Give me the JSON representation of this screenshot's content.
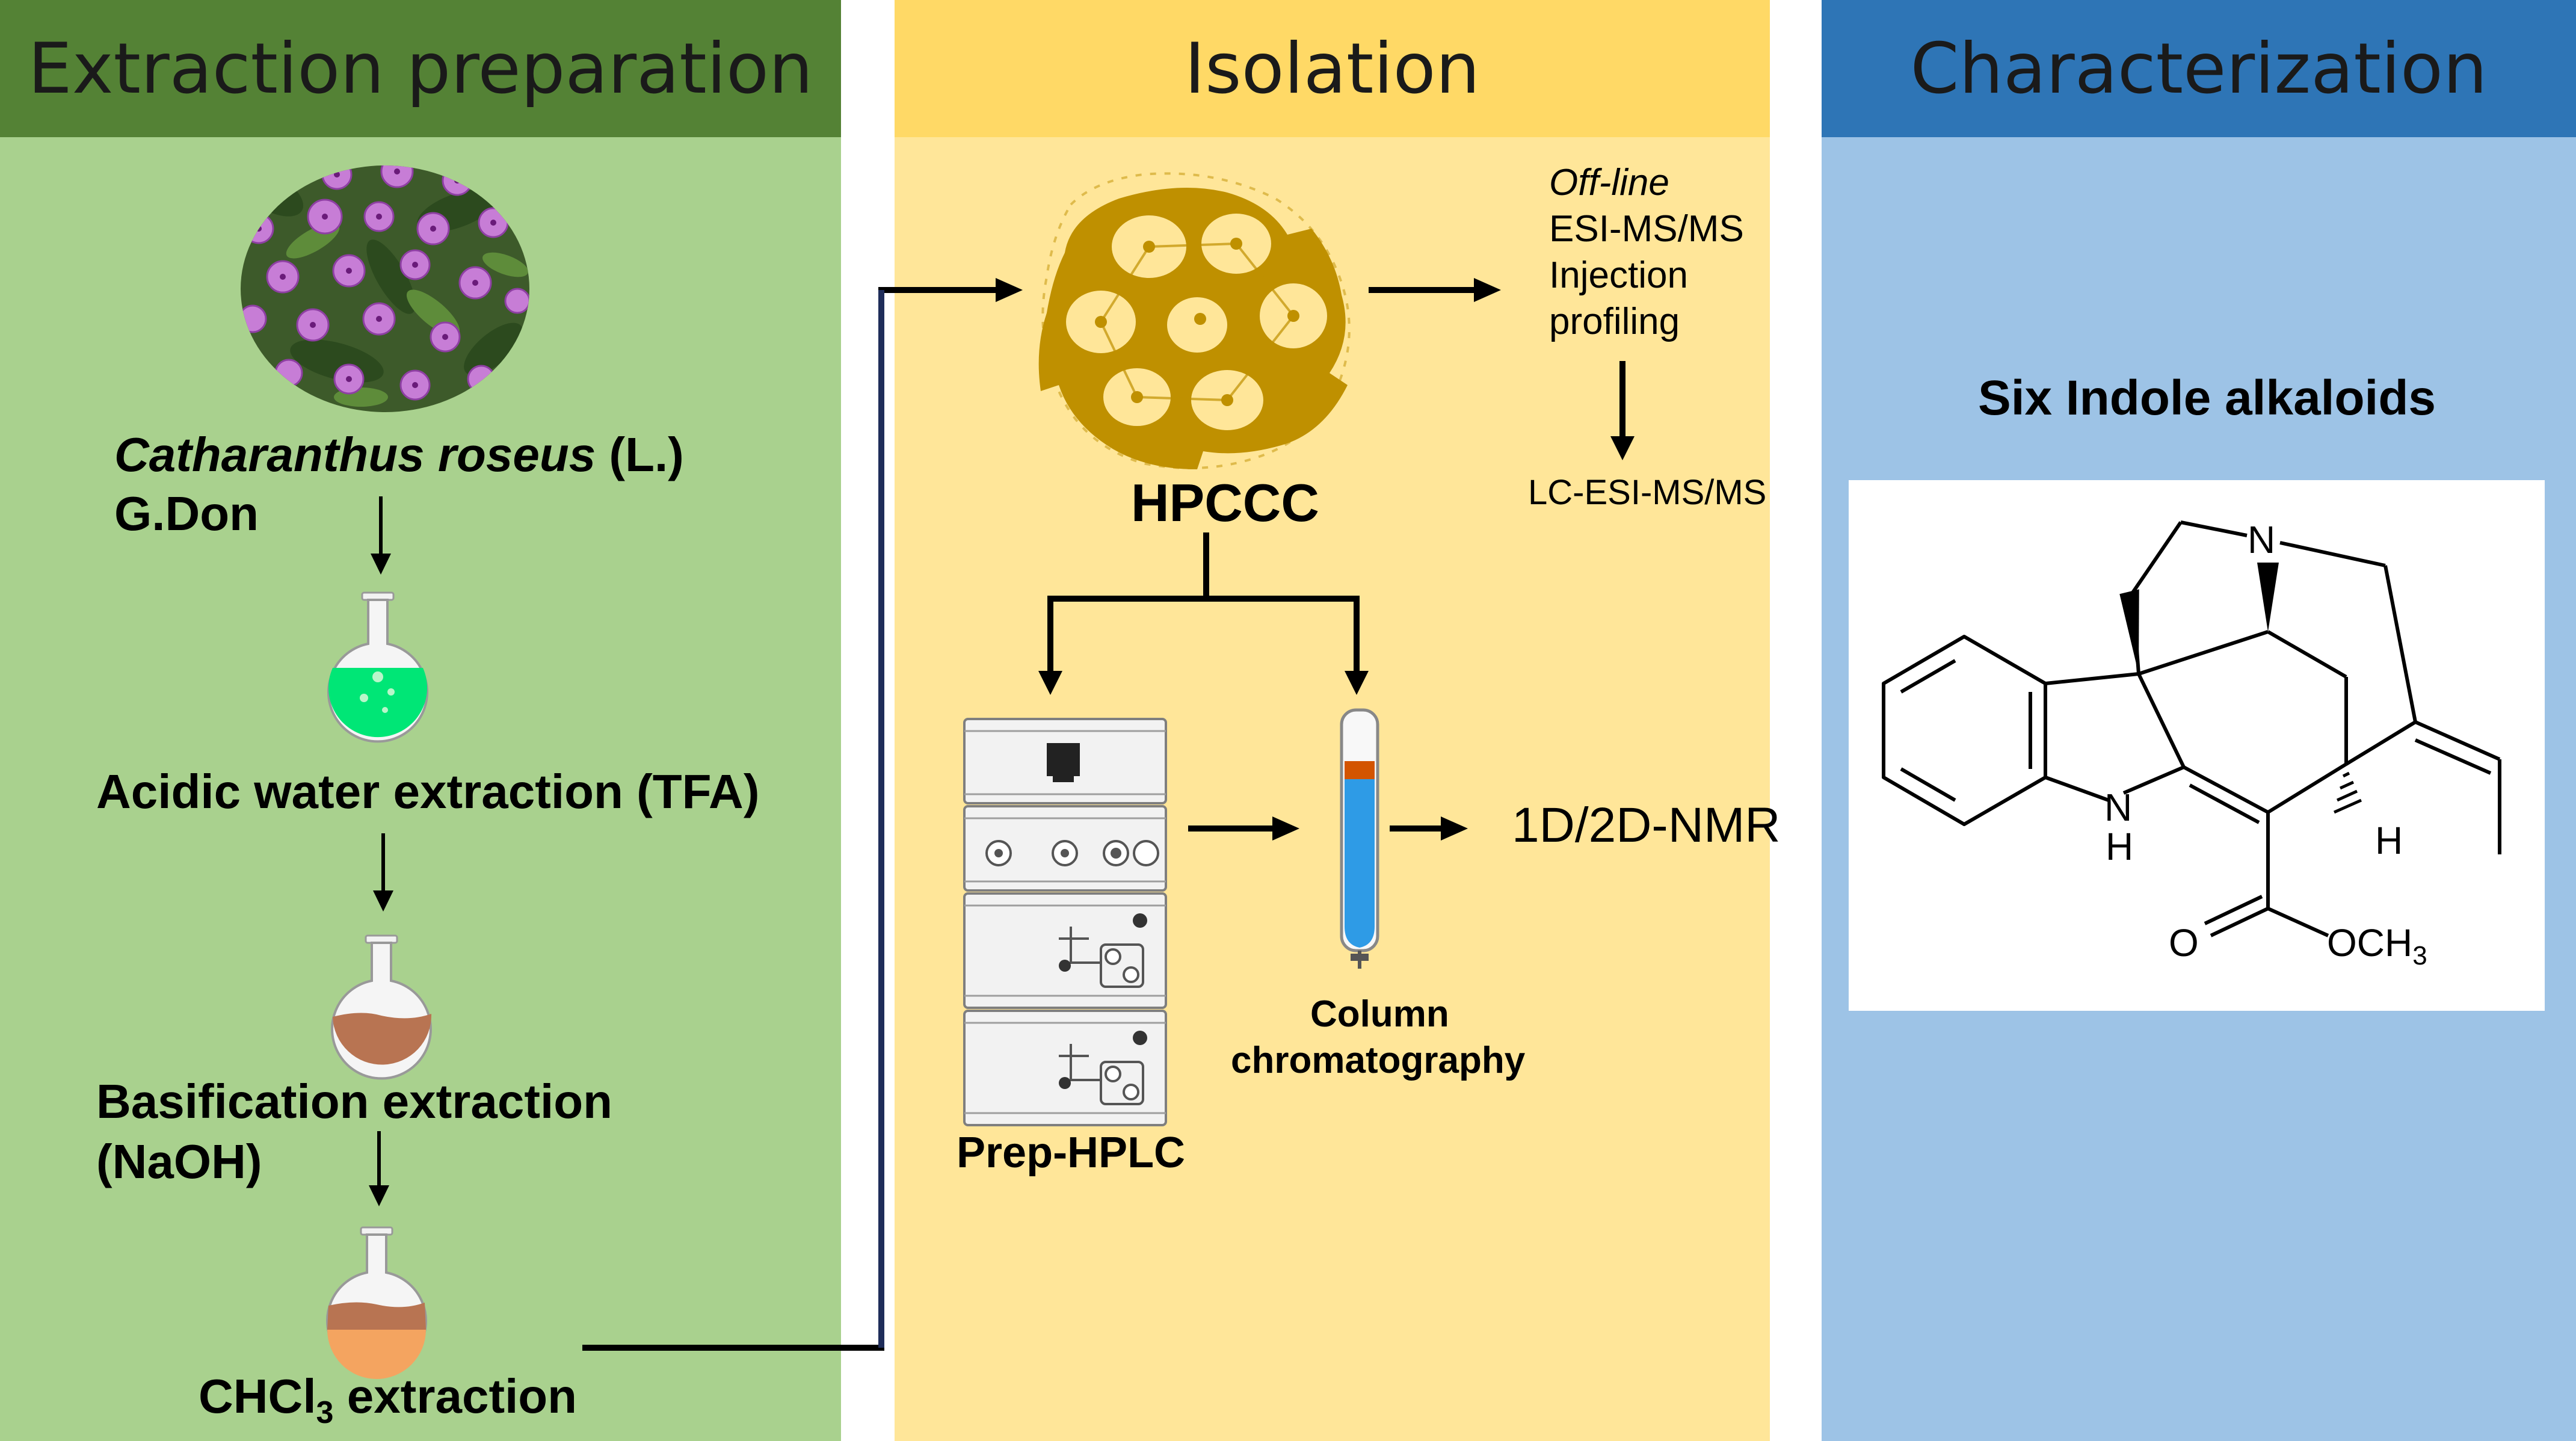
{
  "colors": {
    "extraction_header": "#548235",
    "extraction_body": "#a9d18e",
    "isolation_header": "#ffd966",
    "isolation_body": "#ffe699",
    "characterization_header": "#2e75b6",
    "characterization_body": "#9dc3e6",
    "hpccc_gold": "#bf9000",
    "flask_green": "#00e676",
    "flask_brown": "#b87452",
    "flask_orange": "#f4a460",
    "arrow_navy": "#1f2d5a"
  },
  "headers": {
    "extraction": "Extraction preparation",
    "isolation": "Isolation",
    "characterization": "Characterization"
  },
  "extraction": {
    "plant_name": "Catharanthus roseus",
    "plant_author": " (L.)",
    "plant_author_line2": "G.Don",
    "step1": "Acidic water extraction (TFA)",
    "step2_line1": "Basification extraction",
    "step2_line2": "(NaOH)",
    "step3_prefix": "CHCl",
    "step3_sub": "3",
    "step3_suffix": " extraction"
  },
  "isolation": {
    "hpccc": "HPCCC",
    "offline_line1": "Off-line",
    "offline_line2": "ESI-MS/MS",
    "offline_line3": "Injection",
    "offline_line4": "profiling",
    "lcms": "LC-ESI-MS/MS",
    "prep_hplc": "Prep-HPLC",
    "column_line1": "Column",
    "column_line2": "chromatography",
    "nmr": "1D/2D-NMR"
  },
  "characterization": {
    "title": "Six Indole alkaloids",
    "atom_N_top": "N",
    "atom_NH_N": "N",
    "atom_NH_H": "H",
    "atom_H": "H",
    "atom_O": "O",
    "atom_OCH": "OCH",
    "atom_OCH_sub": "3"
  }
}
